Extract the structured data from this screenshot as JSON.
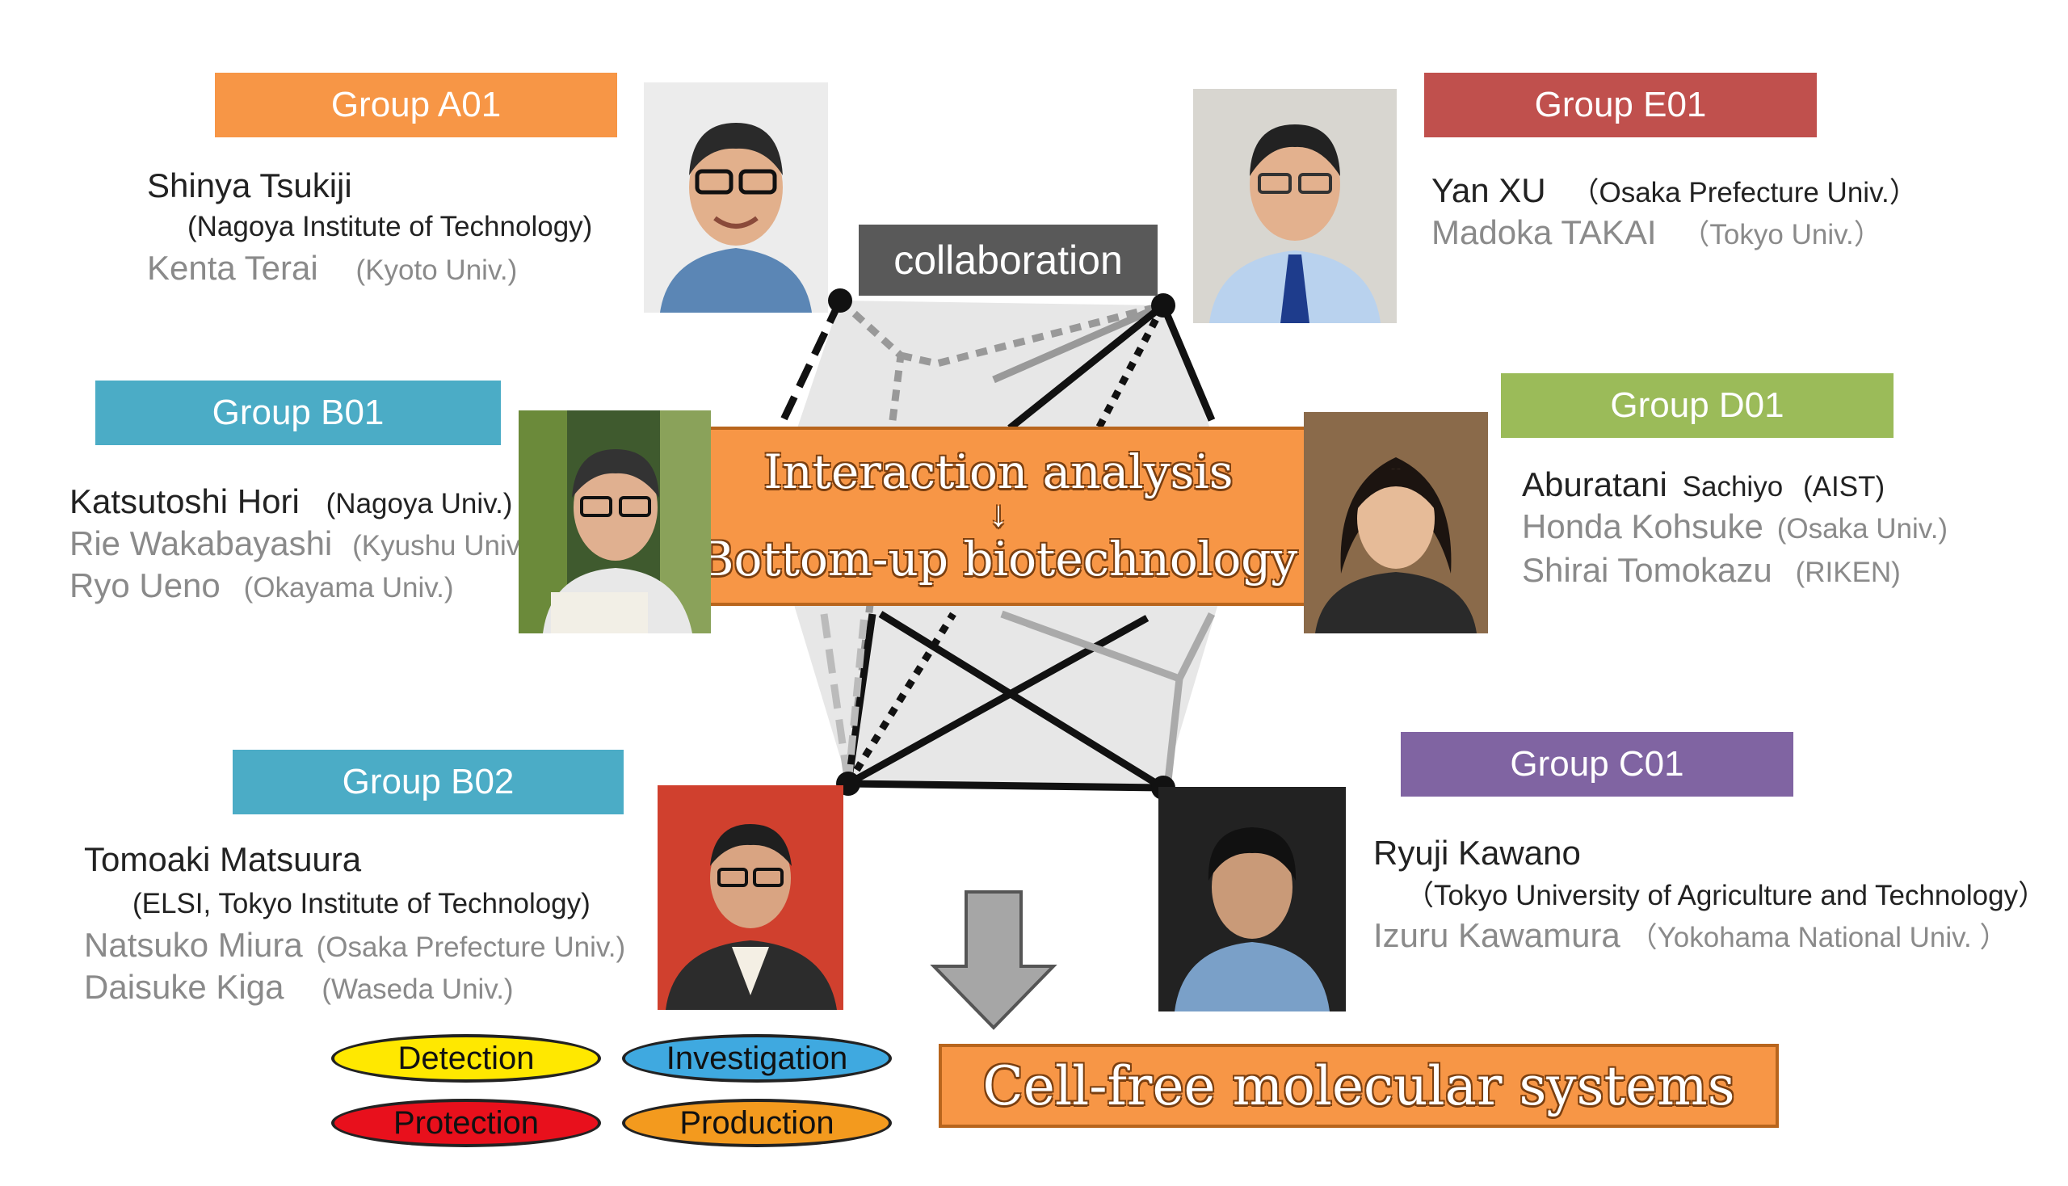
{
  "center": {
    "collaboration": "collaboration",
    "line1": "Interaction analysis",
    "arrow": "↓",
    "line2": "Bottom-up biotechnology"
  },
  "output": {
    "label": "Cell-free molecular systems"
  },
  "ovals": [
    {
      "label": "Detection",
      "color": "#ffe800"
    },
    {
      "label": "Investigation",
      "color": "#3fa9e0"
    },
    {
      "label": "Protection",
      "color": "#e8101c"
    },
    {
      "label": "Production",
      "color": "#f39a1e"
    }
  ],
  "groups": {
    "A01": {
      "title": "Group A01",
      "color": "#f79646",
      "lead_name": "Shinya Tsukiji",
      "lead_aff": "(Nagoya Institute of Technology)",
      "members": [
        {
          "name": "Kenta Terai",
          "aff": "(Kyoto Univ.)"
        }
      ]
    },
    "B01": {
      "title": "Group B01",
      "color": "#4bacc6",
      "lead_name": "Katsutoshi Hori",
      "lead_aff": "(Nagoya Univ.)",
      "members": [
        {
          "name": "Rie Wakabayashi",
          "aff": "(Kyushu Univ.)"
        },
        {
          "name": "Ryo Ueno",
          "aff": "(Okayama Univ.)"
        }
      ]
    },
    "B02": {
      "title": "Group B02",
      "color": "#4bacc6",
      "lead_name": "Tomoaki Matsuura",
      "lead_aff": "(ELSI, Tokyo Institute of Technology)",
      "members": [
        {
          "name": "Natsuko Miura",
          "aff": "(Osaka Prefecture Univ.)"
        },
        {
          "name": "Daisuke Kiga",
          "aff": "(Waseda Univ.)"
        }
      ]
    },
    "E01": {
      "title": "Group E01",
      "color": "#c0504d",
      "lead_name": "Yan XU",
      "lead_aff": "（Osaka Prefecture Univ.）",
      "members": [
        {
          "name": "Madoka TAKAI",
          "aff": "（Tokyo Univ.）"
        }
      ]
    },
    "D01": {
      "title": "Group D01",
      "color": "#9bbb59",
      "lead_name": "Aburatani",
      "lead_name2": "Sachiyo",
      "lead_aff": "(AIST)",
      "members": [
        {
          "name": "Honda Kohsuke",
          "aff": "(Osaka Univ.)"
        },
        {
          "name": "Shirai Tomokazu",
          "aff": "(RIKEN)"
        }
      ]
    },
    "C01": {
      "title": "Group C01",
      "color": "#8064a2",
      "lead_name": "Ryuji Kawano",
      "lead_aff": "（Tokyo University of Agriculture and Technology）",
      "members": [
        {
          "name": "Izuru Kawamura",
          "aff": "（Yokohama National Univ. ）"
        }
      ]
    }
  }
}
